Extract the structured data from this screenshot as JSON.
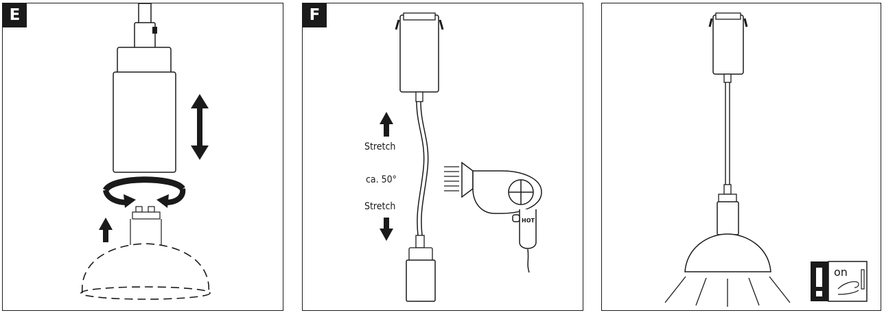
{
  "panels": {
    "e": {
      "badge": "E",
      "icons": [
        "lamp-shade-icon",
        "up-down-arrow-icon",
        "rotate-arrows-icon",
        "gu10-bulb-icon",
        "up-arrow-icon"
      ]
    },
    "f": {
      "badge": "F",
      "stretch_top": "Stretch",
      "angle": "ca. 50°",
      "stretch_bottom": "Stretch",
      "hot_label": "HOT",
      "icons": [
        "ceiling-canopy-icon",
        "cable-icon",
        "hair-dryer-icon",
        "up-arrow-icon",
        "down-arrow-icon"
      ]
    },
    "g": {
      "on_label": "on",
      "icons": [
        "pendant-lamp-icon",
        "light-rays-icon",
        "warning-exclamation-icon",
        "switch-hand-icon"
      ]
    }
  }
}
